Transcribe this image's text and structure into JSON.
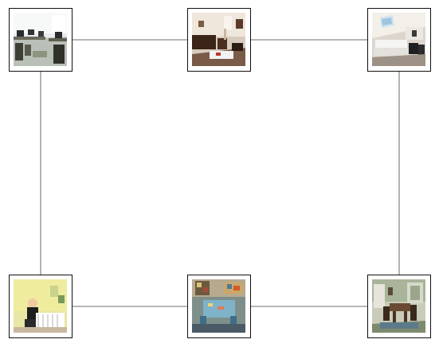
{
  "diagram": {
    "nodes": [
      {
        "id": "n1",
        "icon": "office-room-photo-icon"
      },
      {
        "id": "n2",
        "icon": "living-room-photo-icon"
      },
      {
        "id": "n3",
        "icon": "bedroom-skylight-photo-icon"
      },
      {
        "id": "n4",
        "icon": "nursery-photo-icon"
      },
      {
        "id": "n5",
        "icon": "classroom-photo-icon"
      },
      {
        "id": "n6",
        "icon": "dining-room-photo-icon"
      }
    ],
    "edges": [
      {
        "from": "n1",
        "to": "n2"
      },
      {
        "from": "n2",
        "to": "n3"
      },
      {
        "from": "n1",
        "to": "n4"
      },
      {
        "from": "n3",
        "to": "n6"
      },
      {
        "from": "n4",
        "to": "n5"
      },
      {
        "from": "n5",
        "to": "n6"
      }
    ]
  },
  "colors": {
    "connector": "#8a8a8a",
    "frame_border": "#111111",
    "frame_background": "#ffffff"
  }
}
